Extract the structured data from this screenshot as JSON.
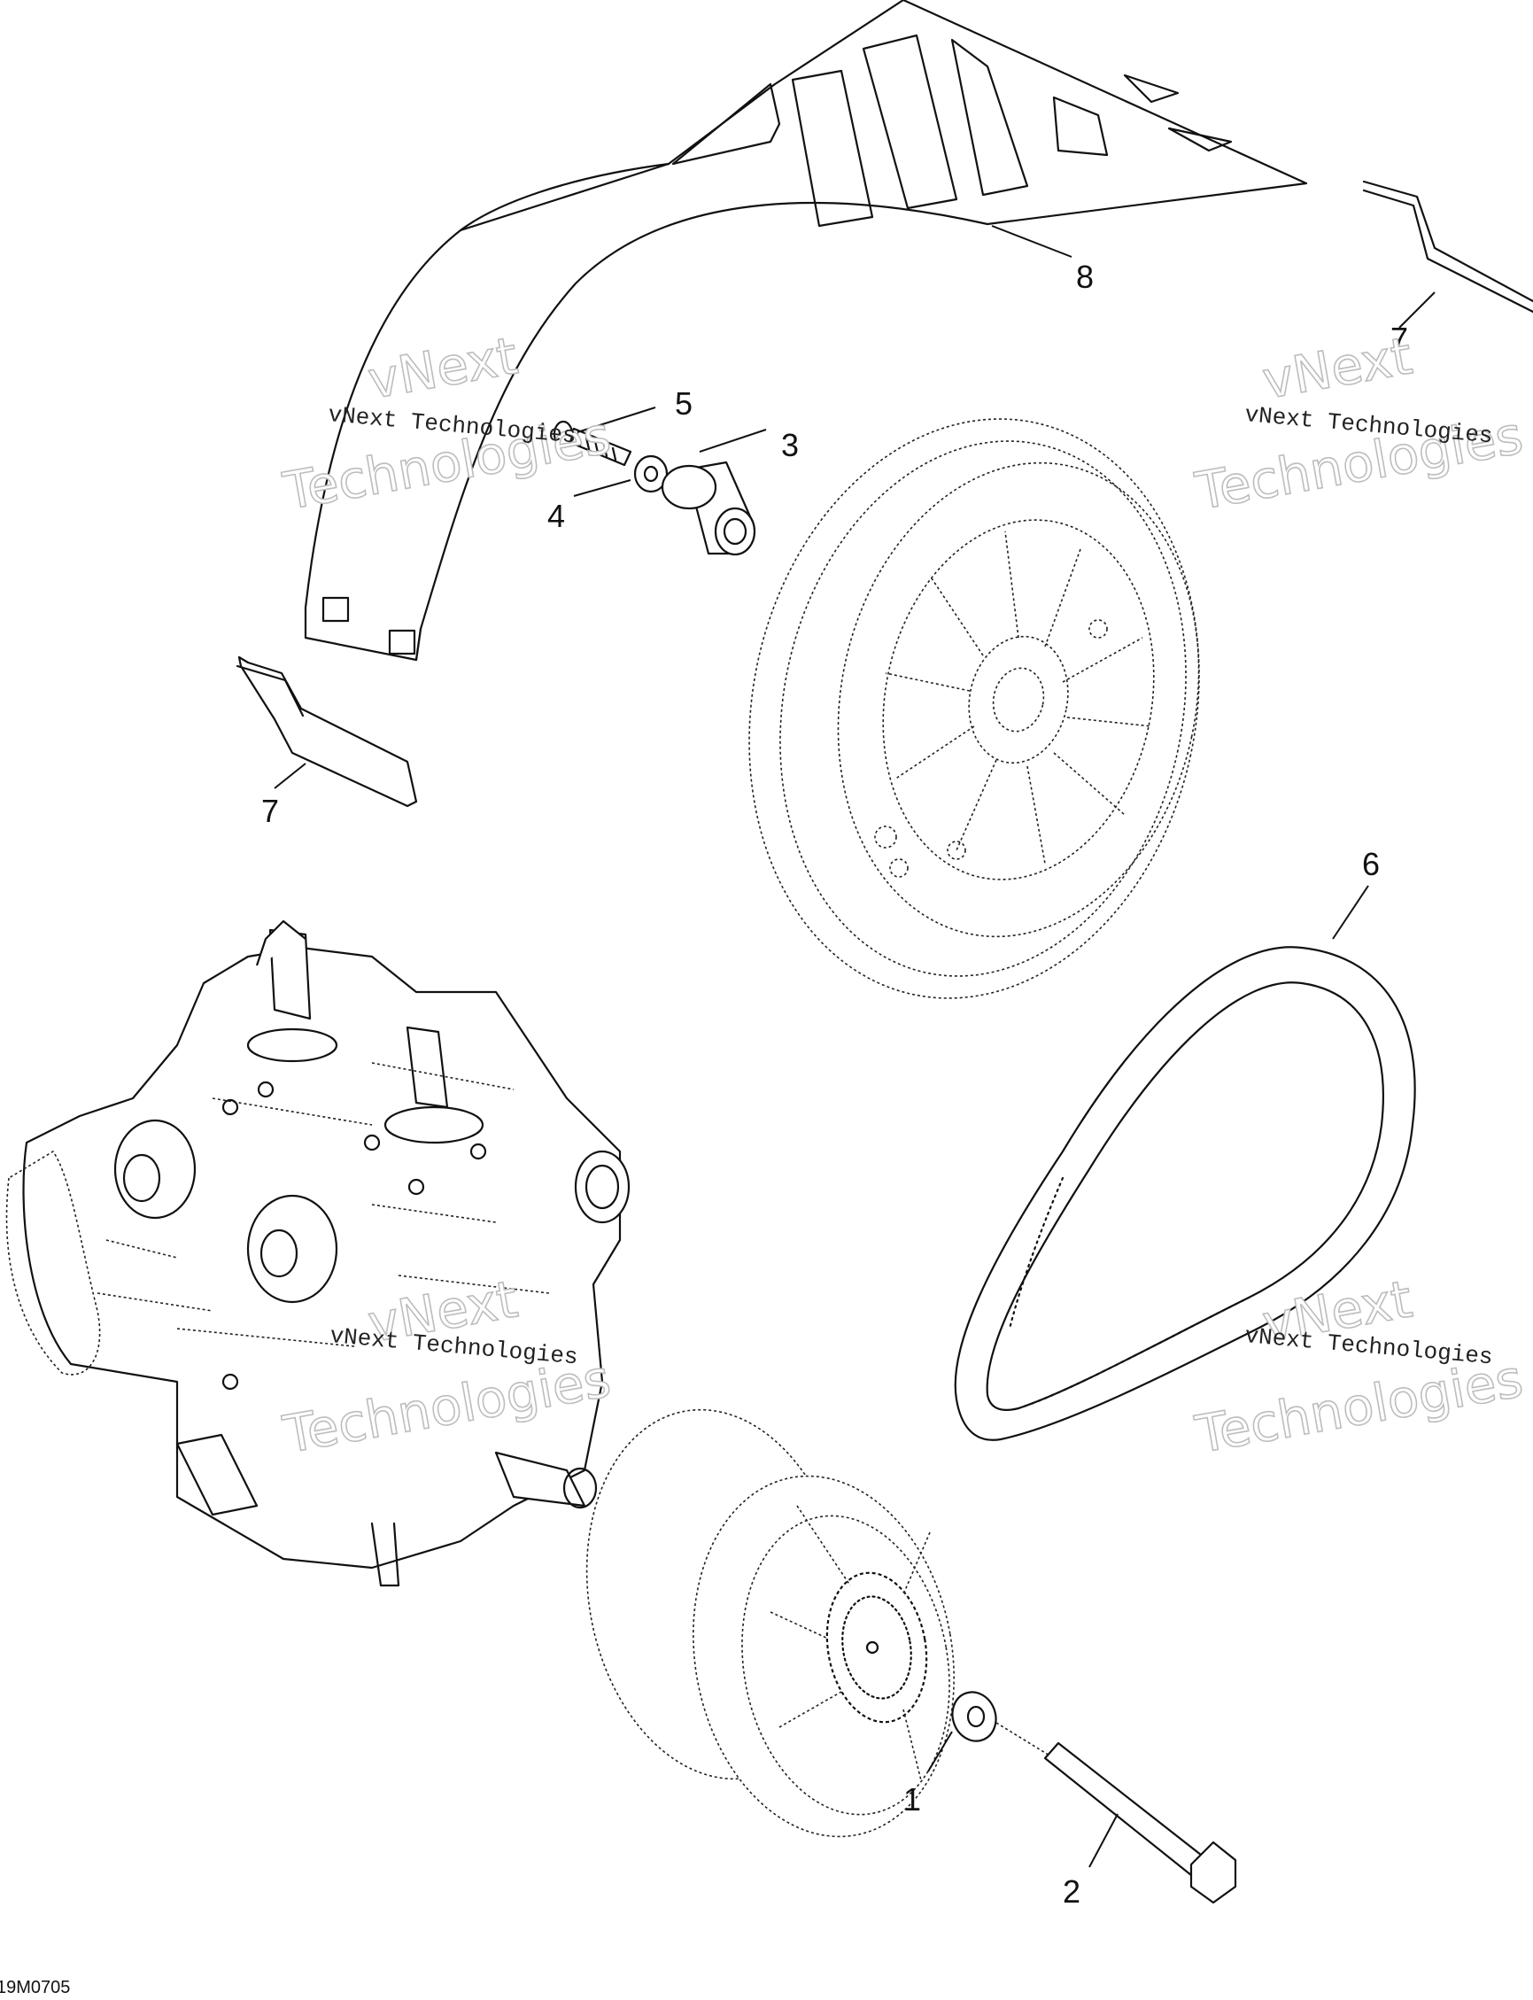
{
  "callouts": [
    {
      "id": "1",
      "label": "1"
    },
    {
      "id": "2",
      "label": "2"
    },
    {
      "id": "3",
      "label": "3"
    },
    {
      "id": "4",
      "label": "4"
    },
    {
      "id": "5",
      "label": "5"
    },
    {
      "id": "6",
      "label": "6"
    },
    {
      "id": "7a",
      "label": "7"
    },
    {
      "id": "7b",
      "label": "7"
    },
    {
      "id": "8",
      "label": "8"
    }
  ],
  "drawing_number": "19M0705",
  "watermark": {
    "line_small": "vNext Technologies",
    "line_big_1": "vNext",
    "line_big_2": "Technologies"
  }
}
